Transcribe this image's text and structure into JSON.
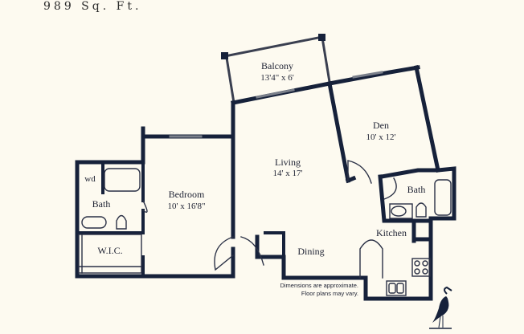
{
  "header": {
    "title": "989 Sq. Ft."
  },
  "rooms": {
    "balcony": {
      "name": "Balcony",
      "size": "13'4\" x 6'"
    },
    "den": {
      "name": "Den",
      "size": "10' x 12'"
    },
    "living": {
      "name": "Living",
      "size": "14' x 17'"
    },
    "bedroom": {
      "name": "Bedroom",
      "size": "10' x 16'8\""
    },
    "bath_master": {
      "name": "Bath"
    },
    "bath_den": {
      "name": "Bath"
    },
    "kitchen": {
      "name": "Kitchen"
    },
    "dining": {
      "name": "Dining"
    },
    "wic": {
      "name": "W.I.C."
    },
    "washer_dryer": {
      "name": "wd"
    }
  },
  "footer": {
    "note_line1": "Dimensions are approximate.",
    "note_line2": "Floor plans may vary."
  },
  "colors": {
    "wall": "#16213a",
    "background": "#fdfaf0",
    "text": "#1e2233"
  },
  "logo": {
    "icon": "heron-icon"
  }
}
